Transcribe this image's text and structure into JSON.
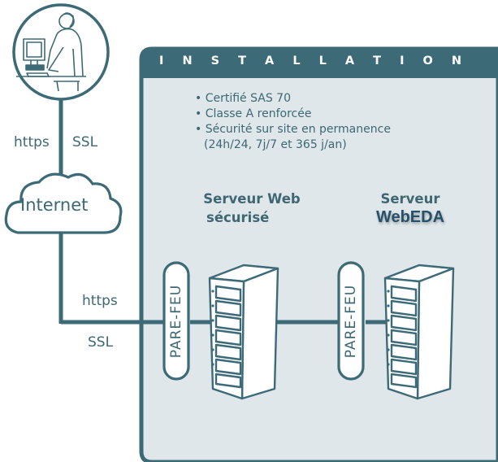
{
  "panel": {
    "title": "I N S T A L L A T I O N",
    "bullets": [
      "Certifié SAS 70",
      "Classe A renforcée",
      "Sécurité sur site en permanence",
      "(24h/24, 7j/7 et 365 j/an)"
    ]
  },
  "servers": {
    "web": {
      "line1": "Serveur Web",
      "line2": "sécurisé"
    },
    "app": {
      "line1": "Serveur",
      "line2": "WebEDA"
    }
  },
  "firewall_label": "PARE-FEU",
  "labels": {
    "https_top": "https",
    "ssl_top": "SSL",
    "internet": "Internet",
    "https_bottom": "https",
    "ssl_bottom": "SSL"
  },
  "colors": {
    "line": "#3d6a77",
    "panel_fill": "#dfe7ea",
    "panel_border": "#3d6a77",
    "brand": "#27506a"
  }
}
